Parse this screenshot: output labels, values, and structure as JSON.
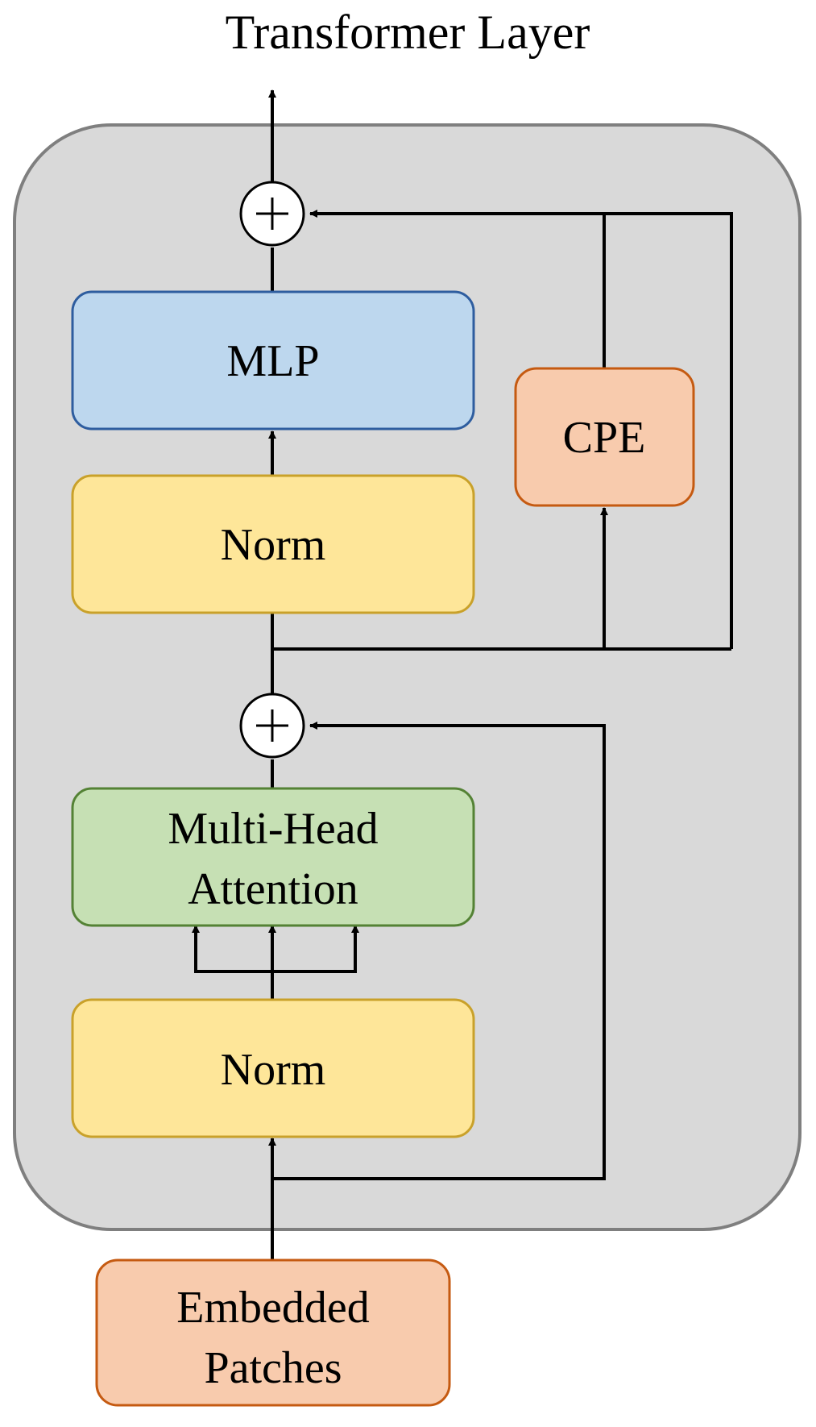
{
  "title": "Transformer Layer",
  "blocks": {
    "mlp": "MLP",
    "norm_top": "Norm",
    "cpe": "CPE",
    "attention_line1": "Multi-Head",
    "attention_line2": "Attention",
    "norm_bottom": "Norm",
    "input_line1": "Embedded",
    "input_line2": "Patches"
  },
  "colors": {
    "container_fill": "#d9d9d9",
    "container_stroke": "#7f7f7f",
    "mlp_fill": "#bdd7ee",
    "mlp_stroke": "#2e5d9f",
    "norm_fill": "#fee699",
    "norm_stroke": "#c9a12a",
    "attention_fill": "#c6e0b4",
    "attention_stroke": "#548235",
    "cpe_fill": "#f8cbad",
    "cpe_stroke": "#c55a11",
    "line": "#000000"
  }
}
